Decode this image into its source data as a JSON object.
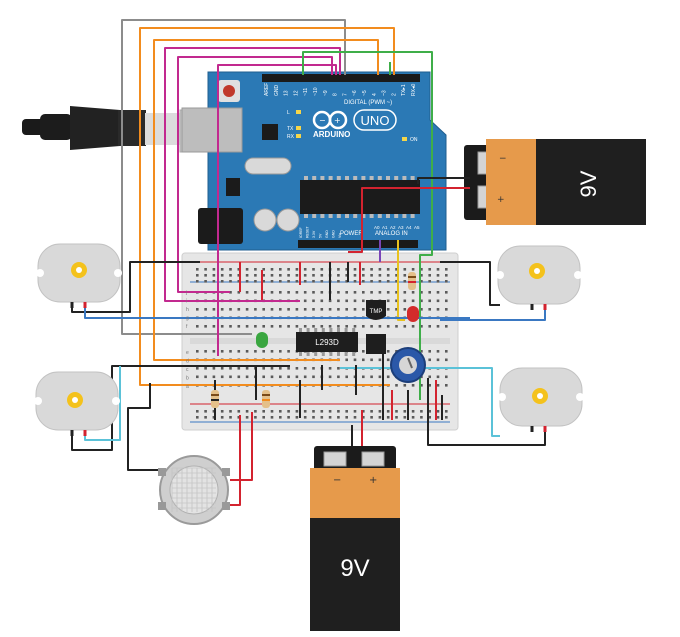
{
  "arduino": {
    "brand": "ARDUINO",
    "model": "UNO",
    "digital_label": "DIGITAL (PWM ~)",
    "analog_label": "ANALOG IN",
    "power_label": "POWER",
    "on_label": "ON",
    "tx_label": "TX",
    "rx_label": "RX",
    "l_label": "L",
    "digital_pins": [
      "AREF",
      "GND",
      "13",
      "12",
      "~11",
      "~10",
      "~9",
      "8",
      "7",
      "~6",
      "~5",
      "4",
      "~3",
      "2",
      "TX▸1",
      "RX◂0"
    ],
    "analog_pins": [
      "A0",
      "A1",
      "A2",
      "A3",
      "A4",
      "A5"
    ],
    "power_pins": [
      "IOREF",
      "RESET",
      "3.3V",
      "5V",
      "GND",
      "GND",
      "Vin"
    ]
  },
  "battery_top": {
    "voltage": "9V",
    "minus": "−",
    "plus": "+"
  },
  "battery_bottom": {
    "voltage": "9V",
    "minus": "−",
    "plus": "+"
  },
  "motor_driver": {
    "label": "L293D"
  },
  "temp_sensor": {
    "label": "TMP"
  },
  "breadboard": {
    "row_letters_top": [
      "j",
      "i",
      "h",
      "g",
      "f"
    ],
    "row_letters_bottom": [
      "e",
      "d",
      "c",
      "b",
      "a"
    ]
  },
  "colors": {
    "board": "#2b79b5",
    "breadboard": "#e6e6e6",
    "wire_orange": "#f28c1e",
    "wire_magenta": "#c2298f",
    "wire_gray": "#8c8c8c",
    "wire_green": "#3fae49",
    "wire_black": "#222222",
    "wire_red": "#d3232f",
    "wire_cyan": "#5bc2d8",
    "wire_blue": "#3a78c2",
    "wire_yellow": "#e8c21e",
    "battery_orange": "#e69a4b"
  }
}
